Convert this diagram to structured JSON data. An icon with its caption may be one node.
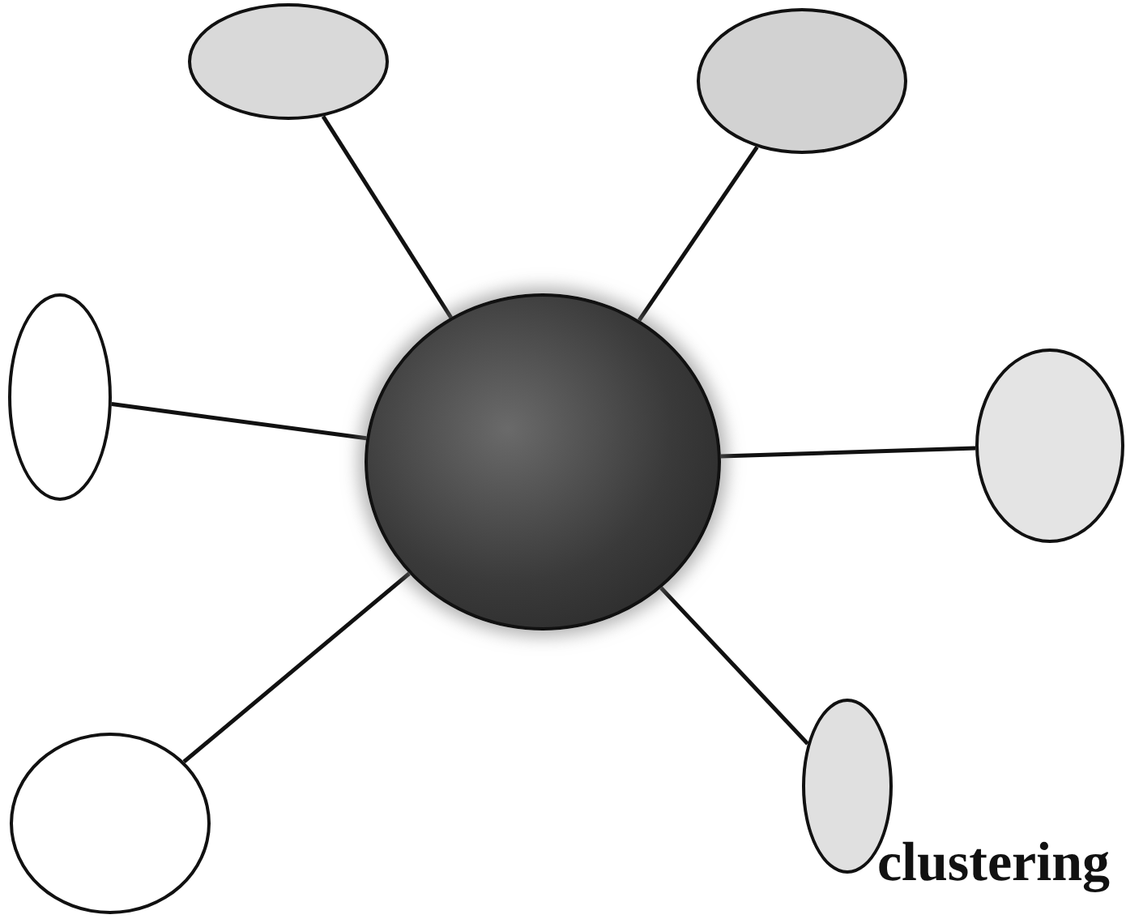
{
  "diagram": {
    "caption": "clustering",
    "nodes": [
      {
        "text": [],
        "shape": "circle"
      },
      {
        "text": [],
        "shape": "circle"
      },
      {
        "text": [],
        "shape": "circle"
      },
      {
        "text": [],
        "shape": "circle"
      },
      {
        "text": [],
        "shape": "circle"
      },
      {
        "text": [],
        "shape": "circle"
      },
      {
        "text": [],
        "shape": "circle"
      }
    ],
    "edges": [
      {
        "from": 0,
        "to": 1,
        "arrow": "none"
      },
      {
        "from": 0,
        "to": 2,
        "arrow": "none"
      },
      {
        "from": 0,
        "to": 3,
        "arrow": "none"
      },
      {
        "from": 0,
        "to": 4,
        "arrow": "none"
      },
      {
        "from": 0,
        "to": 5,
        "arrow": "none"
      },
      {
        "from": 0,
        "to": 6,
        "arrow": "none"
      }
    ]
  }
}
